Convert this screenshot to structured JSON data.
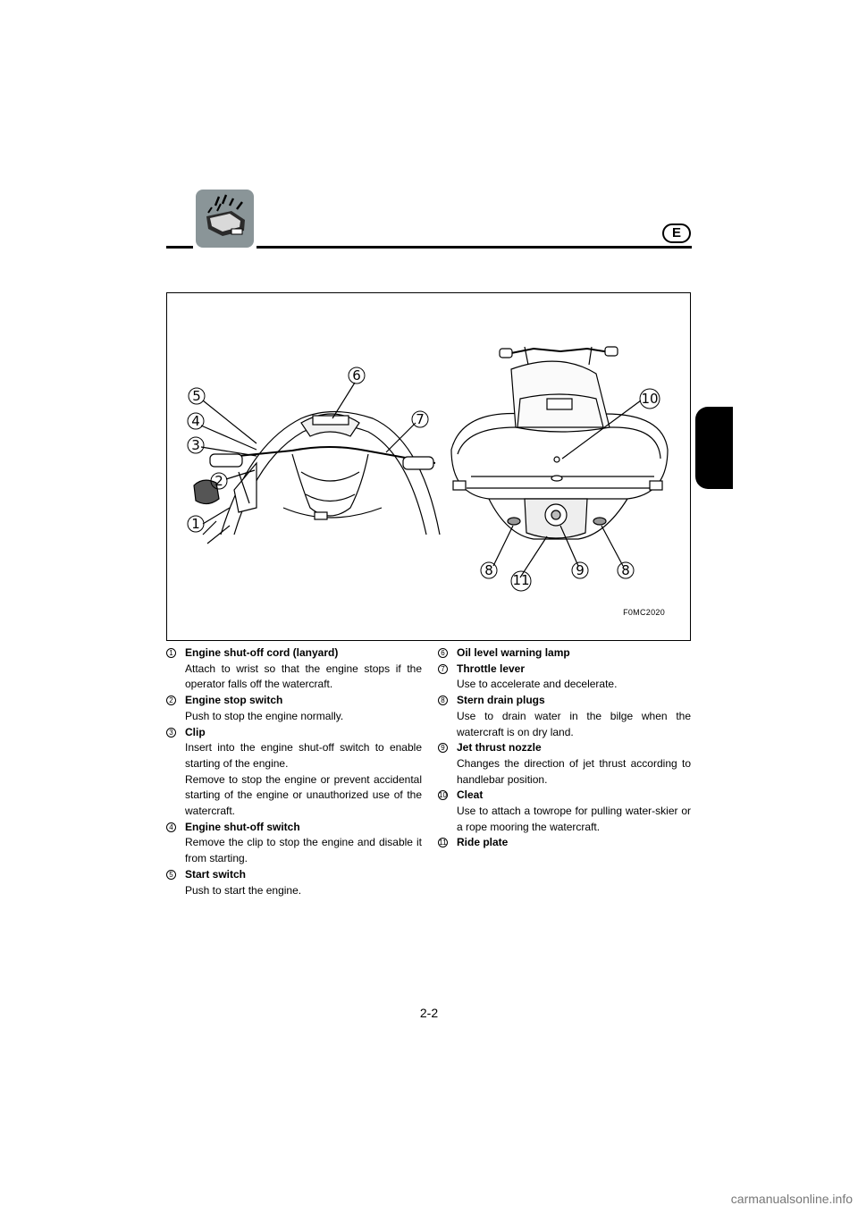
{
  "header": {
    "lang_badge": "E",
    "icon": "watercraft-icon",
    "rule_color": "#000000",
    "icon_bg": "#8a9598"
  },
  "figure": {
    "code": "F0MC2020",
    "callouts": [
      "1",
      "2",
      "3",
      "4",
      "5",
      "6",
      "7",
      "8",
      "9",
      "10",
      "11",
      "8"
    ]
  },
  "items_left": [
    {
      "num": "1",
      "title": "Engine shut-off cord (lanyard)",
      "desc": "Attach to wrist so that the engine stops if the operator falls off the watercraft."
    },
    {
      "num": "2",
      "title": "Engine stop switch",
      "desc": "Push to stop the engine normally."
    },
    {
      "num": "3",
      "title": "Clip",
      "desc": "Insert into the engine shut-off switch to enable starting of the engine.",
      "desc2": "Remove to stop the engine or prevent accidental starting of the engine or unauthorized use of the watercraft."
    },
    {
      "num": "4",
      "title": "Engine shut-off switch",
      "desc": "Remove the clip to stop the engine and disable it from starting."
    },
    {
      "num": "5",
      "title": "Start switch",
      "desc": "Push to start the engine."
    }
  ],
  "items_right": [
    {
      "num": "6",
      "title": "Oil level warning lamp",
      "desc": ""
    },
    {
      "num": "7",
      "title": "Throttle lever",
      "desc": "Use to accelerate and decelerate."
    },
    {
      "num": "8",
      "title": "Stern drain plugs",
      "desc": "Use to drain water in the bilge when the watercraft is on dry land."
    },
    {
      "num": "9",
      "title": "Jet thrust nozzle",
      "desc": "Changes the direction of jet thrust according to handlebar position."
    },
    {
      "num": "10",
      "title": "Cleat",
      "desc": "Use to attach a towrope for pulling water-skier or a rope mooring the watercraft."
    },
    {
      "num": "11",
      "title": "Ride plate",
      "desc": ""
    }
  ],
  "footer": {
    "page_number": "2-2",
    "watermark": "carmanualsonline.info"
  }
}
